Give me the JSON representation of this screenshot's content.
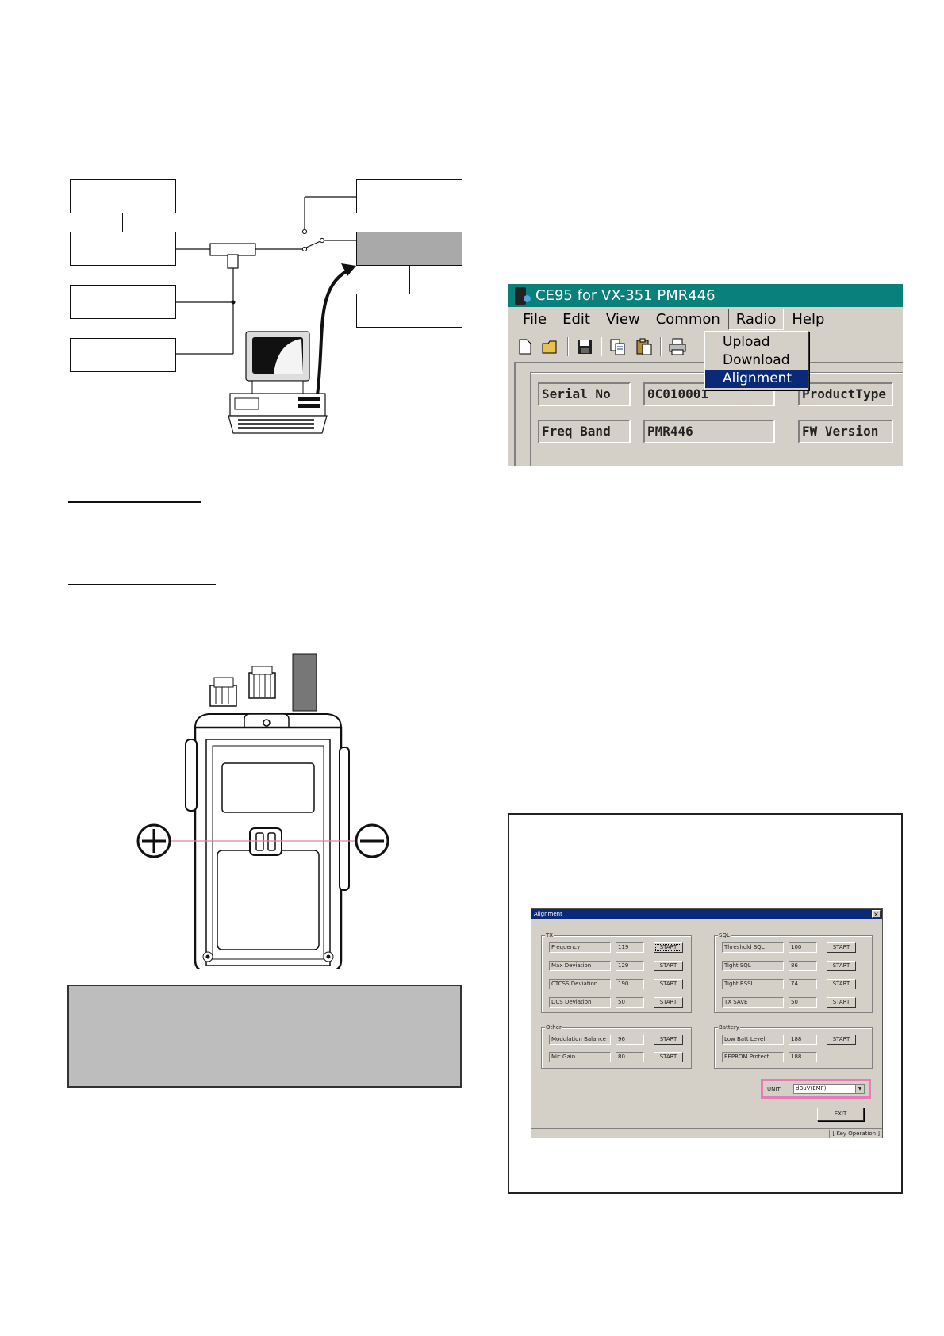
{
  "ce95_window": {
    "title": "CE95 for VX-351 PMR446",
    "menu": [
      "File",
      "Edit",
      "View",
      "Common",
      "Radio",
      "Help"
    ],
    "radio_menu": [
      "Upload",
      "Download",
      "Alignment"
    ],
    "fields": {
      "serial_label": "Serial No",
      "serial_value": "0C010001",
      "product_type_label": "ProductType",
      "freq_band_label": "Freq Band",
      "freq_band_value": "PMR446",
      "fw_version_label": "FW Version"
    }
  },
  "alignment_window": {
    "title": "Alignment",
    "close": "×",
    "groups": {
      "tx": "TX",
      "sql": "SQL",
      "other": "Other",
      "battery": "Battery"
    },
    "tx_rows": [
      {
        "label": "Frequency",
        "value": "119",
        "button": "START"
      },
      {
        "label": "Max Deviation",
        "value": "129",
        "button": "START"
      },
      {
        "label": "CTCSS Deviation",
        "value": "190",
        "button": "START"
      },
      {
        "label": "DCS Deviation",
        "value": "50",
        "button": "START"
      }
    ],
    "sql_rows": [
      {
        "label": "Threshold SQL",
        "value": "100",
        "button": "START"
      },
      {
        "label": "Tight SQL",
        "value": "86",
        "button": "START"
      },
      {
        "label": "Tight RSSI",
        "value": "74",
        "button": "START"
      },
      {
        "label": "TX SAVE",
        "value": "50",
        "button": "START"
      }
    ],
    "other_rows": [
      {
        "label": "Modulation Balance",
        "value": "96",
        "button": "START"
      },
      {
        "label": "Mic Gain",
        "value": "80",
        "button": "START"
      }
    ],
    "battery_rows": [
      {
        "label": "Low Batt Level",
        "value": "188",
        "button": "START"
      },
      {
        "label": "EEPROM Protect",
        "value": "188"
      }
    ],
    "unit_label": "UNIT",
    "unit_value": "dBuV(EMF)",
    "exit": "EXIT",
    "status": "[ Key Operation ]"
  },
  "colors": {
    "title_bar_teal": "#0a807a",
    "menu_highlight": "#0a2a78",
    "unit_highlight_border": "#e77bb6",
    "note_box": "#bdbdbd"
  }
}
